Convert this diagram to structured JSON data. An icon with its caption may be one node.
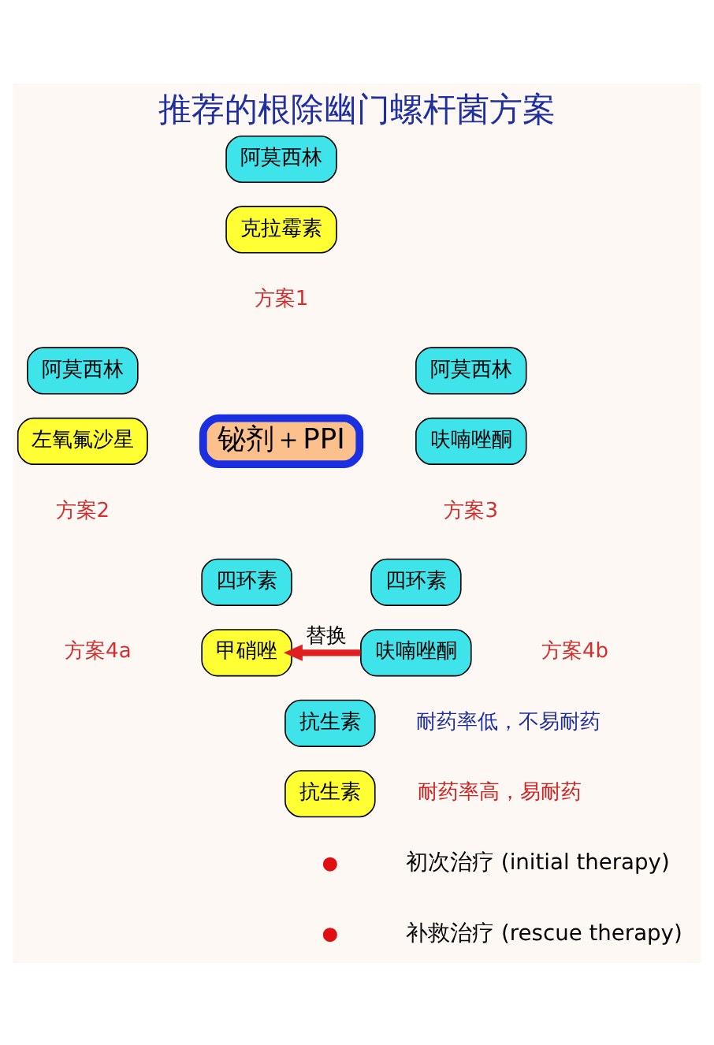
{
  "diagram": {
    "title": "推荐的根除幽门螺杆菌方案",
    "nodes": [
      {
        "text": [
          "阿莫西林"
        ]
      },
      {
        "text": [
          "克拉霉素"
        ]
      },
      {
        "text": [
          "阿莫西林"
        ]
      },
      {
        "text": [
          "左氧氟沙星"
        ]
      },
      {
        "text": [
          "铋剂＋PPI"
        ]
      },
      {
        "text": [
          "阿莫西林"
        ]
      },
      {
        "text": [
          "呋喃唑酮"
        ]
      },
      {
        "text": [
          "四环素"
        ]
      },
      {
        "text": [
          "甲硝唑"
        ]
      },
      {
        "text": [
          "四环素"
        ]
      },
      {
        "text": [
          "呋喃唑酮"
        ]
      },
      {
        "text": [
          "抗生素"
        ],
        "beside": [
          "耐药率低，不易耐药"
        ]
      },
      {
        "text": [
          "抗生素"
        ],
        "beside": [
          "耐药率高，易耐药"
        ]
      }
    ],
    "edges": [
      {
        "from": 10,
        "to": 8,
        "arrow": "to",
        "label": "替换",
        "color": "#e02020"
      }
    ],
    "labels": [
      "方案1",
      "方案2",
      "方案3",
      "方案4a",
      "方案4b",
      "初次治疗 (initial therapy)",
      "补救治疗 (rescue therapy)"
    ]
  }
}
